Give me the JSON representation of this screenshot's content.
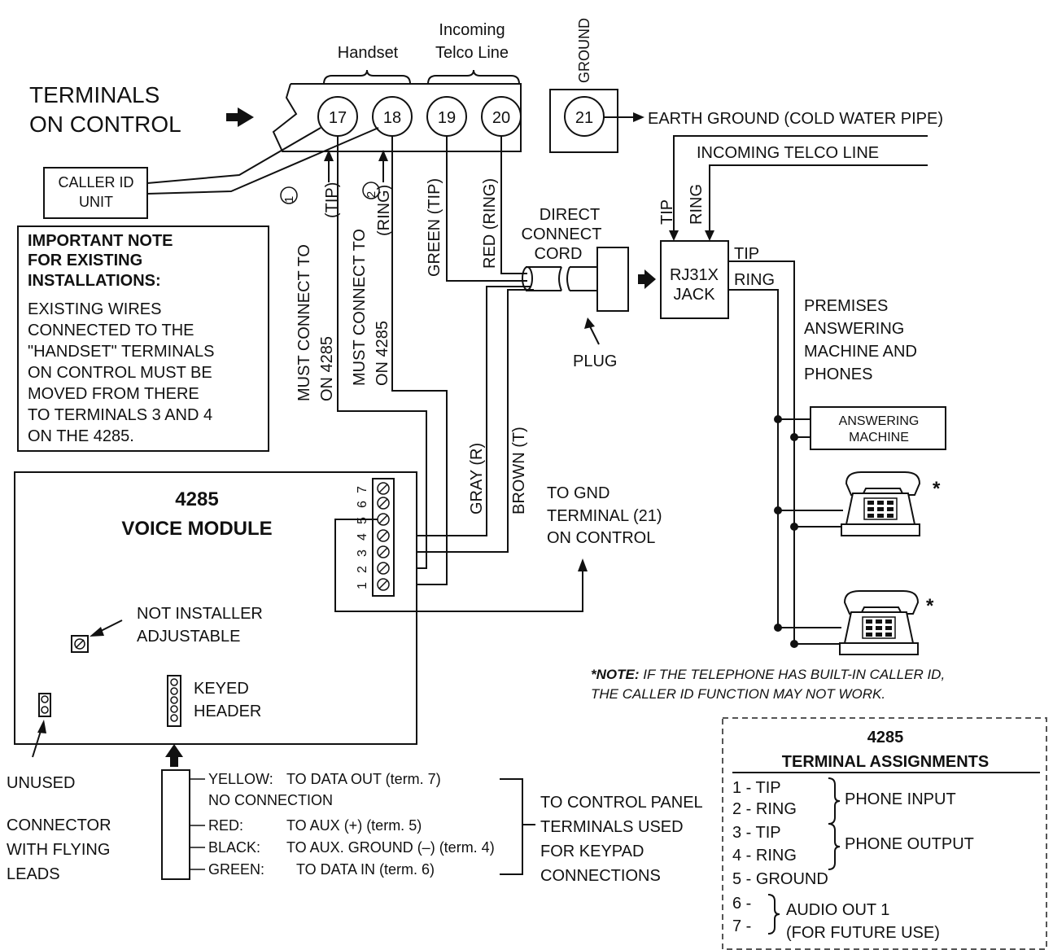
{
  "terminals_title": [
    "TERMINALS",
    "ON CONTROL"
  ],
  "group_labels": {
    "handset": "Handset",
    "incoming": [
      "Incoming",
      "Telco Line"
    ],
    "ground": "GROUND"
  },
  "terminals": [
    "17",
    "18",
    "19",
    "20",
    "21"
  ],
  "earth_ground": "EARTH GROUND (COLD WATER PIPE)",
  "incoming_telco": "INCOMING TELCO LINE",
  "caller_id": [
    "CALLER ID",
    "UNIT"
  ],
  "marker_1": "1",
  "marker_2": "2",
  "connect_labels": {
    "tip": "(TIP)",
    "ring": "(RING)",
    "must1": [
      "MUST CONNECT TO",
      "ON 4285"
    ],
    "must2": [
      "MUST CONNECT TO",
      "ON 4285"
    ],
    "green_tip": "GREEN (TIP)",
    "red_ring": "RED (RING)",
    "gray": "GRAY (R)",
    "brown": "BROWN (T)"
  },
  "direct_connect": [
    "DIRECT",
    "CONNECT",
    "CORD"
  ],
  "plug": "PLUG",
  "rj31x": [
    "RJ31X",
    "JACK"
  ],
  "rj_left": [
    "TIP",
    "RING"
  ],
  "rj_right": [
    "TIP",
    "RING"
  ],
  "premises": [
    "PREMISES",
    "ANSWERING",
    "MACHINE AND",
    "PHONES"
  ],
  "answering_machine": [
    "ANSWERING",
    "MACHINE"
  ],
  "phone_star": "*",
  "note_star": "*",
  "note_keyword": "NOTE:",
  "note_lines": [
    " IF THE TELEPHONE HAS BUILT-IN CALLER ID,",
    "THE CALLER ID FUNCTION MAY NOT WORK."
  ],
  "important_head": [
    "IMPORTANT NOTE",
    "FOR EXISTING",
    "INSTALLATIONS:"
  ],
  "important_body": [
    "EXISTING WIRES",
    "CONNECTED TO THE",
    "\"HANDSET\" TERMINALS",
    "ON CONTROL MUST BE",
    "MOVED FROM THERE",
    "TO TERMINALS 3 AND 4",
    "ON THE 4285."
  ],
  "module_title": [
    "4285",
    "VOICE MODULE"
  ],
  "strip_numbers": [
    "1",
    "2",
    "3",
    "4",
    "5",
    "6",
    "7"
  ],
  "to_gnd": [
    "TO GND",
    "TERMINAL (21)",
    "ON CONTROL"
  ],
  "not_adjustable": [
    "NOT INSTALLER",
    "ADJUSTABLE"
  ],
  "keyed_header": [
    "KEYED",
    "HEADER"
  ],
  "unused": "UNUSED",
  "connector": [
    "CONNECTOR",
    "WITH FLYING",
    "LEADS"
  ],
  "leads": [
    {
      "color": "YELLOW:",
      "dest": "TO DATA OUT (term. 7)"
    },
    {
      "color": "NO CONNECTION",
      "dest": ""
    },
    {
      "color": "RED:",
      "dest": "TO AUX (+) (term. 5)"
    },
    {
      "color": "BLACK:",
      "dest": "TO AUX. GROUND (–) (term. 4)"
    },
    {
      "color": "GREEN:",
      "dest": "TO DATA IN (term. 6)"
    }
  ],
  "to_control_panel": [
    "TO CONTROL PANEL",
    "TERMINALS USED",
    "FOR KEYPAD",
    "CONNECTIONS"
  ],
  "assignments": {
    "title": [
      "4285",
      "TERMINAL ASSIGNMENTS"
    ],
    "rows": [
      "1 - TIP",
      "2 - RING",
      "3 - TIP",
      "4 - RING",
      "5 - GROUND",
      "6 -",
      "7 -"
    ],
    "phone_input": "PHONE INPUT",
    "phone_output": "PHONE OUTPUT",
    "audio_out": [
      "AUDIO OUT 1",
      "(FOR FUTURE USE)"
    ]
  }
}
